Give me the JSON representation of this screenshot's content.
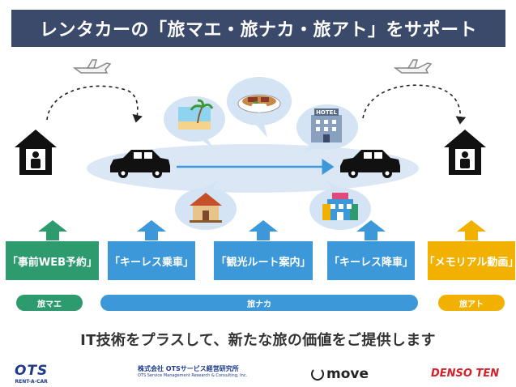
{
  "title": "レンタカーの「旅マエ・旅ナカ・旅アト」をサポート",
  "steps": [
    {
      "label": "「事前WEB予約」",
      "color": "#2e9b6e"
    },
    {
      "label": "「キーレス乗車」",
      "color": "#3c98d8"
    },
    {
      "label": "「観光ルート案内」",
      "color": "#3c98d8"
    },
    {
      "label": "「キーレス降車」",
      "color": "#3c98d8"
    },
    {
      "label": "「メモリアル動画」",
      "color": "#f2b100"
    }
  ],
  "phases": [
    {
      "label": "旅マエ",
      "color": "#2e9b6e"
    },
    {
      "label": "旅ナカ",
      "color": "#3c98d8"
    },
    {
      "label": "旅アト",
      "color": "#f2b100"
    }
  ],
  "icons": [
    "airplane-icon",
    "house-icon",
    "car-icon",
    "beach-icon",
    "food-icon",
    "hotel-icon",
    "temple-icon",
    "shopping-mall-icon"
  ],
  "hotel_sign": "HOTEL",
  "tagline": "IT技術をプラスして、新たな旅の価値をご提供します",
  "logos": {
    "ots_main": "OTS",
    "ots_sub": "RENT-A-CAR",
    "ots_research": "株式会社 OTSサービス経営研究所",
    "ots_research_sub": "OTS Service Management Research & Consulting, Inc.",
    "move": "move",
    "denso": "DENSO TEN"
  }
}
